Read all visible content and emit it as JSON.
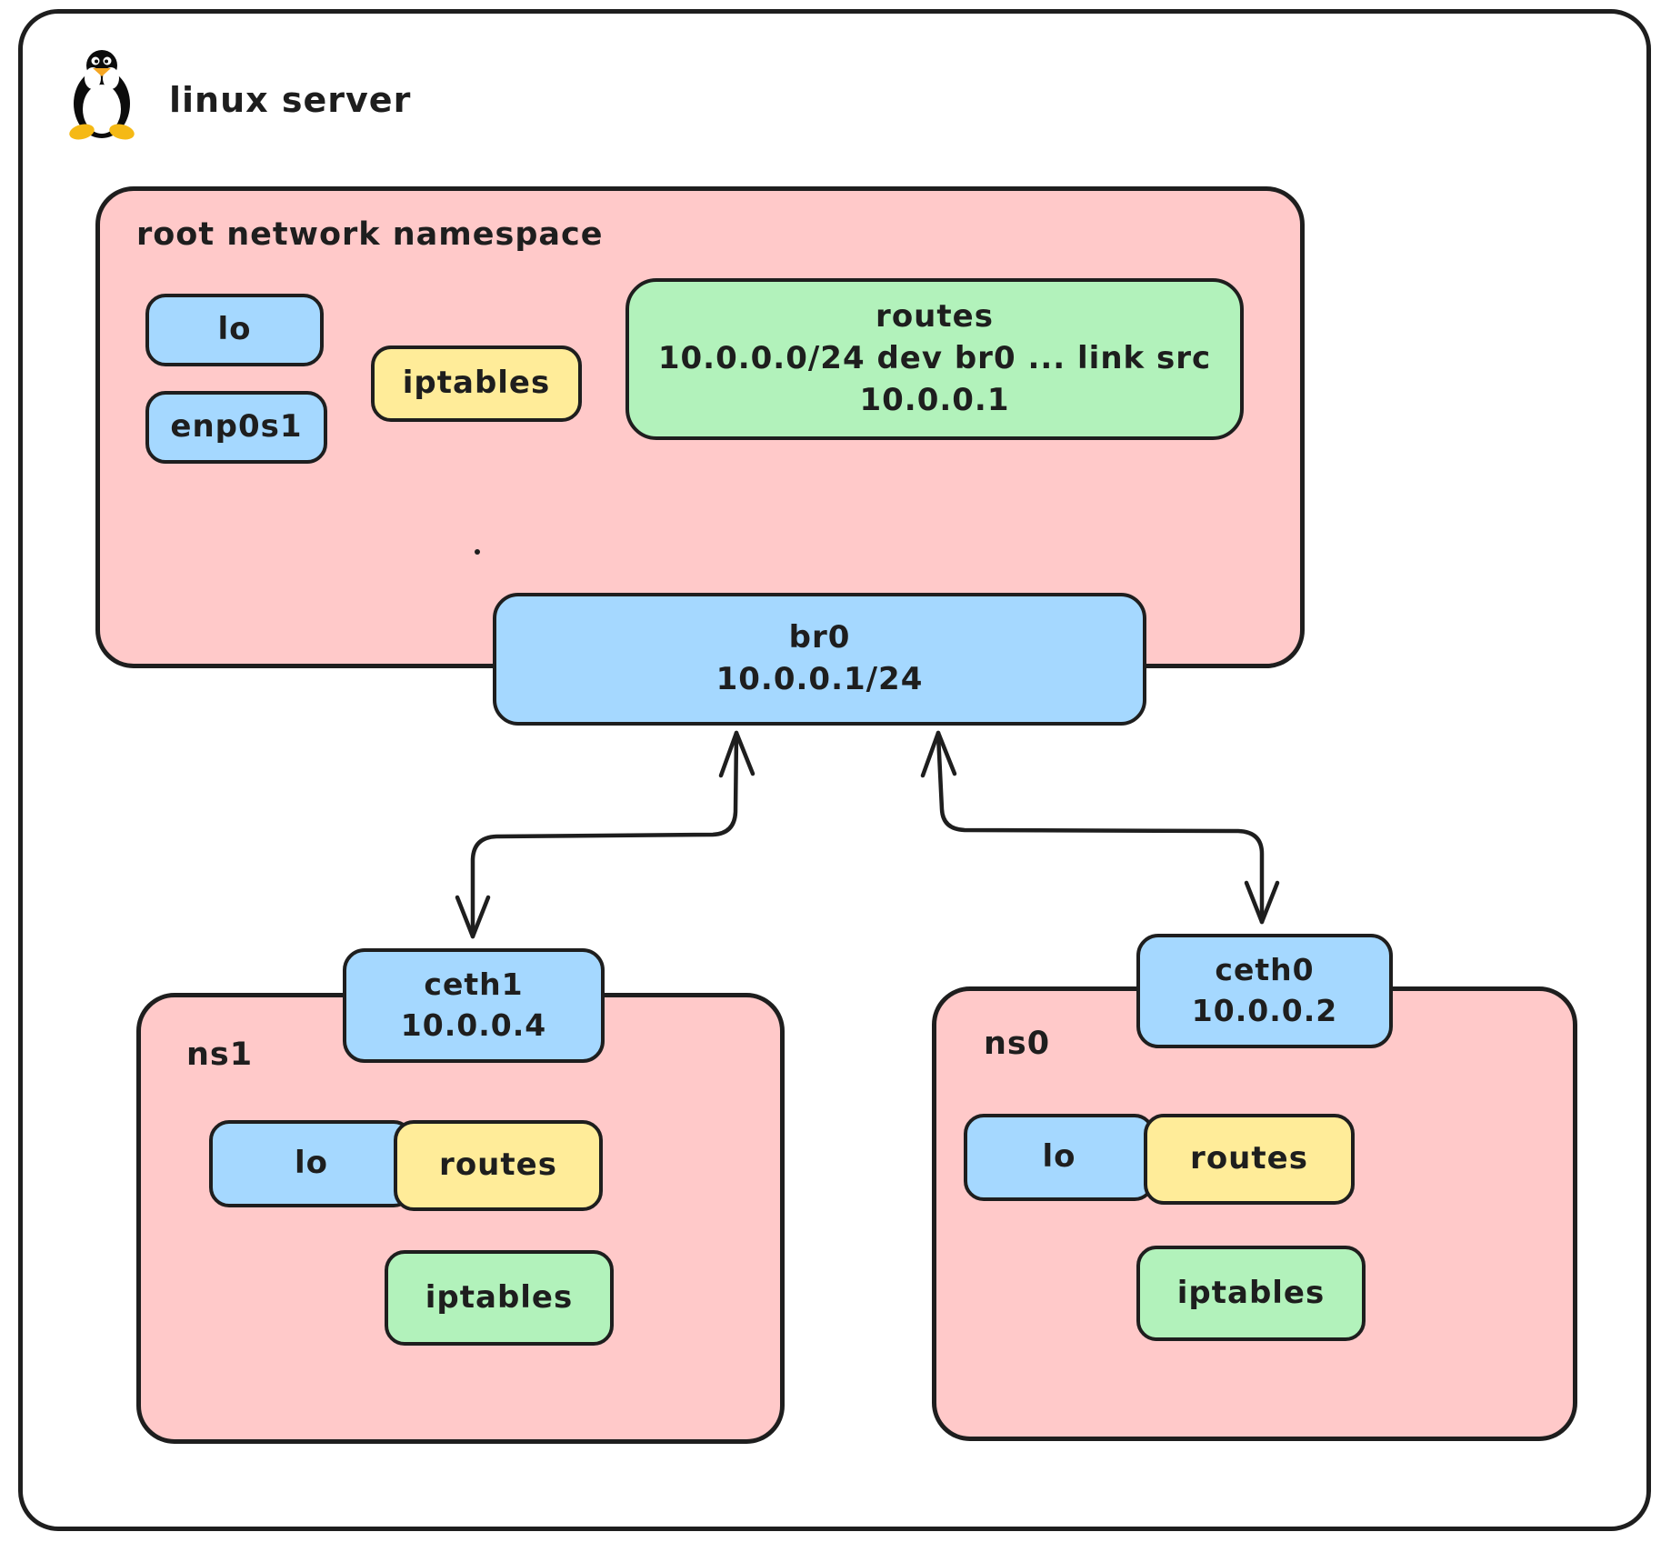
{
  "server": {
    "title": "linux server"
  },
  "colors": {
    "stroke": "#1e1e1e",
    "namespace_fill": "#ffc9c9",
    "interface_fill": "#a5d8ff",
    "rules_fill": "#ffec99",
    "routes_fill": "#b2f2bb",
    "background": "#ffffff"
  },
  "root_namespace": {
    "label": "root network namespace",
    "lo": "lo",
    "enp0s1": "enp0s1",
    "iptables": "iptables",
    "routes": {
      "title": "routes",
      "entry": "10.0.0.0/24 dev br0 ... link src 10.0.0.1"
    },
    "bridge": {
      "name": "br0",
      "cidr": "10.0.0.1/24"
    }
  },
  "namespaces": [
    {
      "label": "ns1",
      "veth": {
        "name": "ceth1",
        "ip": "10.0.0.4"
      },
      "lo": "lo",
      "routes": "routes",
      "iptables": "iptables"
    },
    {
      "label": "ns0",
      "veth": {
        "name": "ceth0",
        "ip": "10.0.0.2"
      },
      "lo": "lo",
      "routes": "routes",
      "iptables": "iptables"
    }
  ]
}
